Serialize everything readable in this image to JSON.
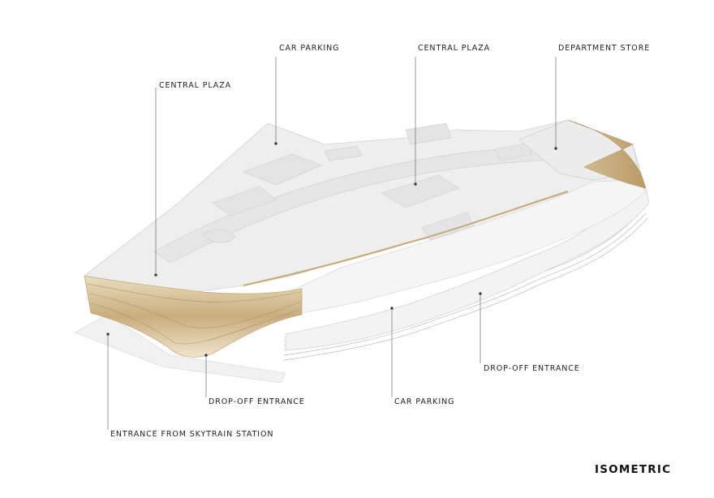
{
  "diagram_title": "ISOMETRIC",
  "labels": {
    "car_parking_top": "CAR PARKING",
    "central_plaza_mid": "CENTRAL PLAZA",
    "department_store": "DEPARTMENT STORE",
    "central_plaza_left": "CENTRAL PLAZA",
    "drop_off_right": "DROP-OFF ENTRANCE",
    "drop_off_left": "DROP-OFF ENTRANCE",
    "car_parking_bottom": "CAR PARKING",
    "skytrain_entrance": "ENTRANCE FROM SKYTRAIN STATION"
  },
  "colors": {
    "background": "#ffffff",
    "roof": "#eeeeee",
    "roof_shade": "#e3e3e3",
    "facade_gold": "#cdb48a",
    "facade_light": "#efe4cc",
    "podium_line": "#b9b9b9",
    "leader": "#555555",
    "text": "#1e1e1e"
  }
}
